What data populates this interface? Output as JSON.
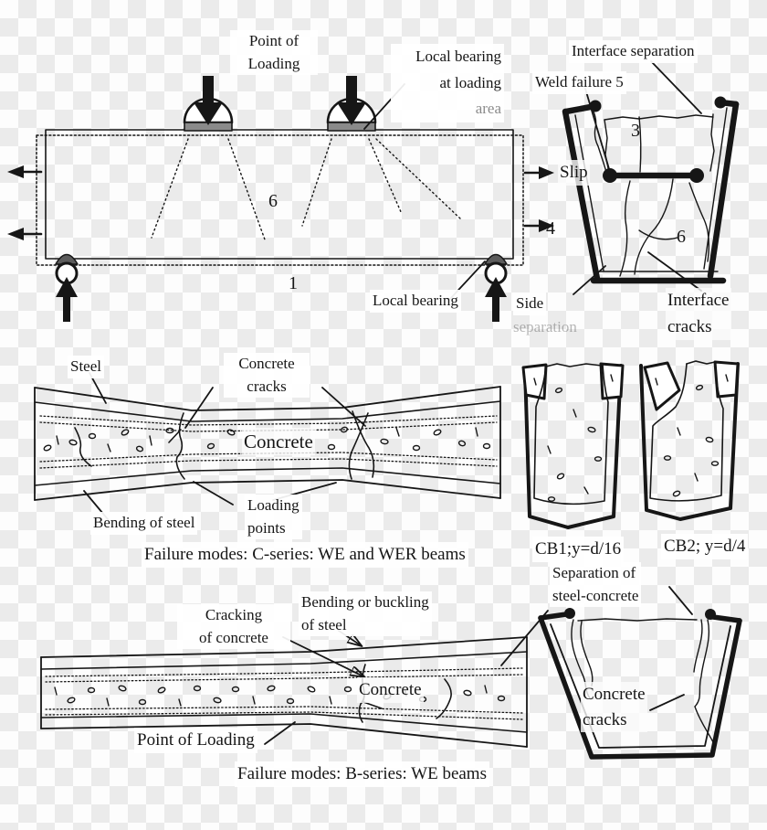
{
  "colors": {
    "ink": "#161616",
    "checker_gray": "#ebebeb",
    "checker_white": "#fdfdfd",
    "bearing_plate_gray": "#8a8a8a",
    "support_wedge_gray": "#5c5c5c"
  },
  "top_figure": {
    "labels": {
      "point_of_loading": "Point of\nLoading",
      "local_bearing_at_loading": "Local bearing\nat loading",
      "local_bearing_area_word": "area",
      "interface_separation": "Interface separation",
      "weld_failure": "Weld failure 5",
      "slip": "Slip",
      "num_4": "4",
      "num_6_beam": "6",
      "num_1": "1",
      "num_3": "3",
      "num_6_section": "6",
      "local_bearing": "Local bearing",
      "side": "Side",
      "side_separation_faded": "separation",
      "interface_cracks": "Interface\ncracks"
    }
  },
  "middle_figure": {
    "labels": {
      "steel": "Steel",
      "concrete_cracks": "Concrete\ncracks",
      "concrete": "Concrete",
      "bending_of_steel": "Bending of steel",
      "loading_points": "Loading\npoints",
      "caption": "Failure modes: C-series: WE and WER beams",
      "cb1": "CB1;y=d/16",
      "cb2": "CB2; y=d/4"
    }
  },
  "bottom_figure": {
    "labels": {
      "separation_of_steel_concrete": "Separation of\nsteel-concrete",
      "cracking_of_concrete": "Cracking\nof concrete",
      "bending_or_buckling": "Bending or buckling\nof steel",
      "concrete": "Concrete",
      "point_of_loading": "Point of Loading",
      "caption": "Failure modes: B-series: WE beams",
      "concrete_cracks": "Concrete\ncracks"
    }
  }
}
